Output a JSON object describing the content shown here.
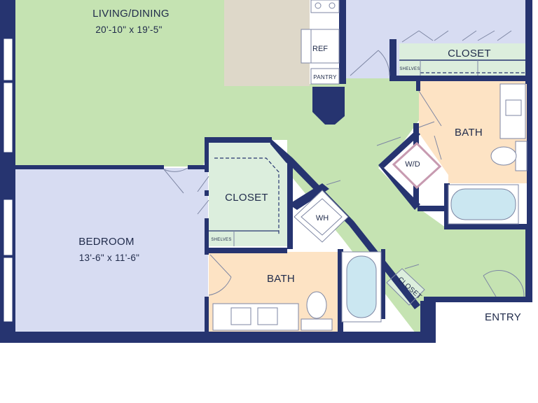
{
  "rooms": {
    "living_dining": {
      "name": "LIVING/DINING",
      "dims": "20'-10\" x 19'-5\""
    },
    "bedroom": {
      "name": "BEDROOM",
      "dims": "13'-6\" x 11'-6\""
    },
    "bath_master": {
      "name": "BATH"
    },
    "bath_hall": {
      "name": "BATH"
    },
    "closet_top": {
      "name": "CLOSET",
      "shelves": "SHELVES"
    },
    "closet_bedroom": {
      "name": "CLOSET",
      "shelves": "SHELVES"
    },
    "closet_entry": {
      "name": "CLOSET"
    }
  },
  "fixtures": {
    "refrigerator": "REF",
    "pantry": "PANTRY",
    "washer_dryer": "W/D",
    "water_heater": "WH"
  },
  "entry": "ENTRY",
  "colors": {
    "wall": "#263470",
    "living": "#c5e3b2",
    "bedroom": "#d7dcf2",
    "bath": "#fde3c4",
    "closet": "#dceedd",
    "kitchen": "#ded8c9",
    "tub": "#cbe7f1"
  }
}
